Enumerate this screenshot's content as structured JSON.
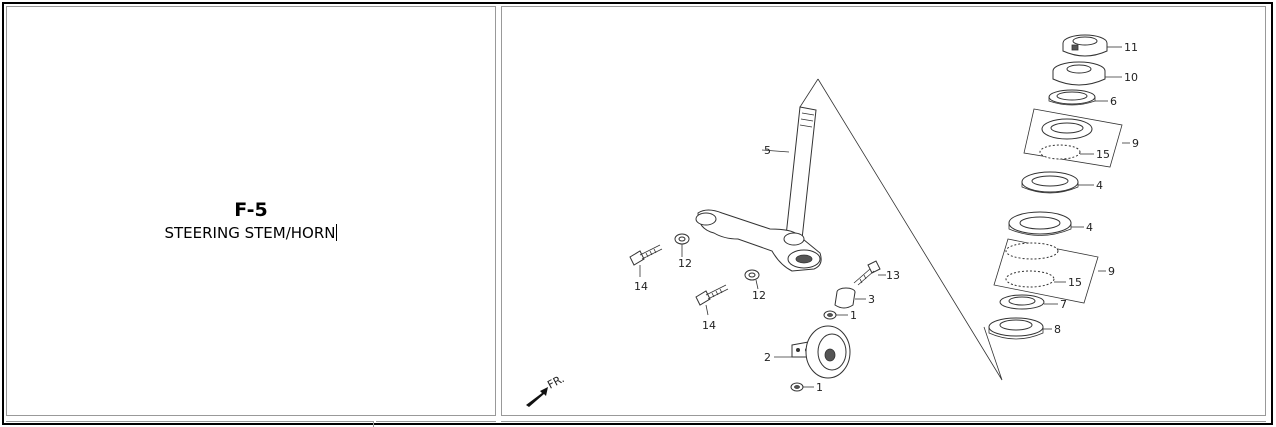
{
  "figure": {
    "code": "F-5",
    "title": "STEERING STEM/HORN"
  },
  "diagram": {
    "direction_label": "FR.",
    "callouts": {
      "c11": "11",
      "c10": "10",
      "c6": "6",
      "c9a": "9",
      "c15a": "15",
      "c4a": "4",
      "c4b": "4",
      "c9b": "9",
      "c15b": "15",
      "c7": "7",
      "c8": "8",
      "c5": "5",
      "c12a": "12",
      "c14a": "14",
      "c12b": "12",
      "c14b": "14",
      "c13": "13",
      "c3": "3",
      "c1a": "1",
      "c2": "2",
      "c1b": "1"
    }
  }
}
